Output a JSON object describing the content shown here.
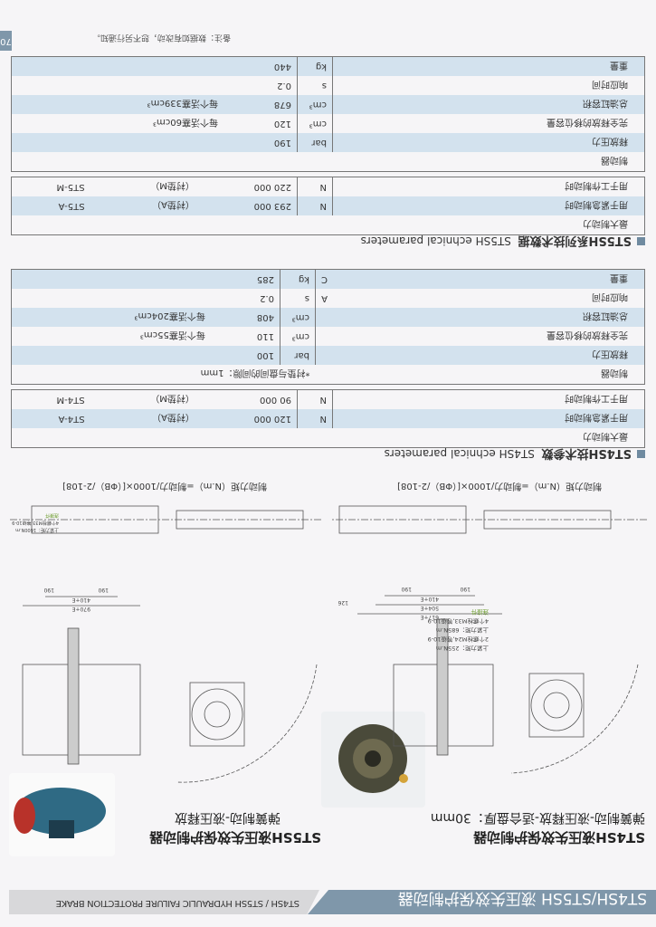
{
  "header": {
    "title": "ST4SH/ST5SH 液压失效保护制动器",
    "subtitle": "ST4SH / ST5SH HYDRAULIC FAILURE PROTECTION BRAKE"
  },
  "products": [
    {
      "title": "ST4SH液压失效保护制动器",
      "desc": "弹簧制动-液压释放-适合盘厚：30mm"
    },
    {
      "title": "ST5SH液压失效保护制动器",
      "desc": "弹簧制动-液压释放"
    }
  ],
  "drawing": {
    "st4_dims": [
      "617+E",
      "504+E",
      "410+E",
      "190",
      "190",
      "126"
    ],
    "st5_dims": [
      "970+E",
      "410+E",
      "190",
      "190"
    ],
    "st4_notes": [
      "连接件",
      "4个螺栓M33,等级10-9",
      "上紧力矩：685N.m",
      "2个螺栓M24,等级10-9",
      "上紧力矩：255N.m"
    ],
    "st5_notes": [
      "连接件",
      "4个螺栓M33,等级10-9",
      "上紧力矩：1600N.m"
    ],
    "formula": "制动力矩（N.m）=制动力/1000×[（ΦB）/2-108]"
  },
  "st4": {
    "heading": "ST4SH技术参数",
    "heading_en": "ST4SH echnical parameters",
    "force": [
      {
        "label": "最大制动力",
        "unit": "",
        "value": "",
        "pad": "",
        "model": ""
      },
      {
        "label": "用于紧急制动时",
        "unit": "N",
        "value": "120 000",
        "pad": "（衬垫A）",
        "model": "ST4-A"
      },
      {
        "label": "用于工作制动时",
        "unit": "N",
        "value": "90 000",
        "pad": "（衬垫M）",
        "model": "ST4-M"
      }
    ],
    "brake_label": "制动器",
    "gap_note": "*衬垫与盘间的间隙：1mm",
    "rows": [
      {
        "label": "释放压力",
        "mark": "",
        "unit": "bar",
        "value": "100",
        "note": ""
      },
      {
        "label": "完全释放的移位容量",
        "mark": "",
        "unit": "cm³",
        "value": "110",
        "note": "每个活塞55cm³"
      },
      {
        "label": "总油缸容积",
        "mark": "",
        "unit": "cm³",
        "value": "408",
        "note": "每个活塞204cm³"
      },
      {
        "label": "响应时间",
        "mark": "A",
        "unit": "s",
        "value": "0.2",
        "note": ""
      },
      {
        "label": "重量",
        "mark": "C",
        "unit": "kg",
        "value": "285",
        "note": ""
      }
    ]
  },
  "st5": {
    "heading": "ST5SH系列技术数据",
    "heading_en": "ST5SH echnical parameters",
    "force": [
      {
        "label": "最大制动力",
        "unit": "",
        "value": "",
        "pad": "",
        "model": ""
      },
      {
        "label": "用于紧急制动时",
        "unit": "N",
        "value": "293 000",
        "pad": "（衬垫A）",
        "model": "ST5-A"
      },
      {
        "label": "用于工作制动时",
        "unit": "N",
        "value": "220 000",
        "pad": "（衬垫M）",
        "model": "ST5-M"
      }
    ],
    "brake_label": "制动器",
    "rows": [
      {
        "label": "释放压力",
        "unit": "bar",
        "value": "190",
        "note": ""
      },
      {
        "label": "完全释放的移位容量",
        "unit": "cm³",
        "value": "120",
        "note": "每个活塞60cm³"
      },
      {
        "label": "总油缸容积",
        "unit": "cm³",
        "value": "678",
        "note": "每个活塞339cm³"
      },
      {
        "label": "响应时间",
        "unit": "s",
        "value": "0.2",
        "note": ""
      },
      {
        "label": "重量",
        "unit": "kg",
        "value": "440",
        "note": ""
      }
    ]
  },
  "footer": {
    "note": "备注：数据如有改动，恕不另行通知。",
    "page": "70"
  }
}
